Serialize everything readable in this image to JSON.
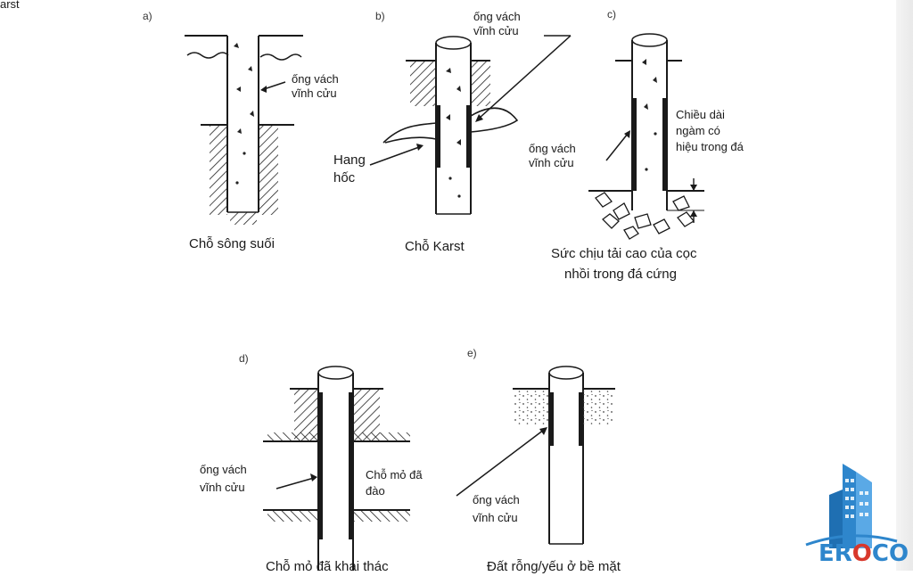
{
  "header": {
    "fragment": "arst"
  },
  "panels": {
    "a": {
      "letter": "a)",
      "label_line1": "ống vách",
      "label_line2": "vĩnh cửu",
      "caption": "Chỗ sông suối"
    },
    "b": {
      "letter": "b)",
      "top_label_line1": "ống vách",
      "top_label_line2": "vĩnh cửu",
      "left_label_line1": "Hang",
      "left_label_line2": "hốc",
      "caption": "Chỗ Karst"
    },
    "c": {
      "letter": "c)",
      "left_label_line1": "ống vách",
      "left_label_line2": "vĩnh cửu",
      "right_label_line1": "Chiều dài",
      "right_label_line2": "ngàm có",
      "right_label_line3": "hiệu trong đá",
      "caption_line1": "Sức chịu tải cao của cọc",
      "caption_line2": "nhồi trong đá cứng"
    },
    "d": {
      "letter": "d)",
      "left_label_line1": "ống vách",
      "left_label_line2": "vĩnh cửu",
      "right_label_line1": "Chỗ mỏ đã",
      "right_label_line2": "đào",
      "caption": "Chỗ mỏ đã khai thác"
    },
    "e": {
      "letter": "e)",
      "label_line1": "ống vách",
      "label_line2": "vĩnh cửu",
      "caption": "Đất rỗng/yếu ở bề mặt"
    }
  },
  "logo": {
    "text_part1": "ER",
    "text_part2": "O",
    "text_part3": "CO",
    "icon": "building-logo-icon"
  },
  "colors": {
    "line": "#1a1a1a",
    "logo_blue": "#2e86cc",
    "logo_red": "#d8382c"
  }
}
